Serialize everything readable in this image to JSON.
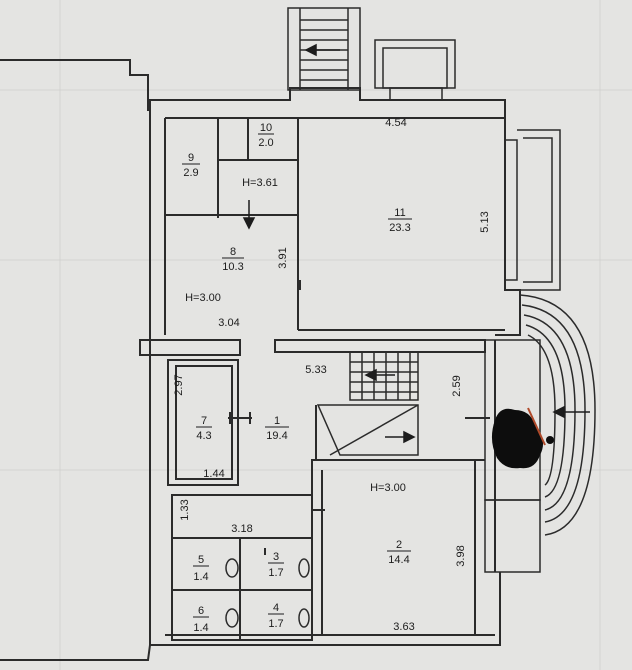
{
  "rooms": [
    {
      "id": "10",
      "area": "2.0"
    },
    {
      "id": "9",
      "area": "2.9"
    },
    {
      "id": "11",
      "area": "23.3"
    },
    {
      "id": "8",
      "area": "10.3"
    },
    {
      "id": "7",
      "area": "4.3"
    },
    {
      "id": "1",
      "area": "19.4"
    },
    {
      "id": "2",
      "area": "14.4"
    },
    {
      "id": "5",
      "area": "1.4"
    },
    {
      "id": "3",
      "area": "1.7"
    },
    {
      "id": "6",
      "area": "1.4"
    },
    {
      "id": "4",
      "area": "1.7"
    }
  ],
  "dimensions": {
    "d454": "4.54",
    "d513": "5.13",
    "d391": "3.91",
    "d304": "3.04",
    "d533": "5.33",
    "d297": "2.97",
    "d259": "2.59",
    "d144": "1.44",
    "d133": "1.33",
    "d318": "3.18",
    "d398": "3.98",
    "d363": "3.63"
  },
  "heights": {
    "h361": "H=3.61",
    "h300a": "H=3.00",
    "h300b": "H=3.00"
  },
  "colors": {
    "paper": "#e4e4e2",
    "wall": "#2b2b2b",
    "ink": "#1d1d1d",
    "redaction": "#0d0d0d",
    "mark": "#b04a2a"
  }
}
